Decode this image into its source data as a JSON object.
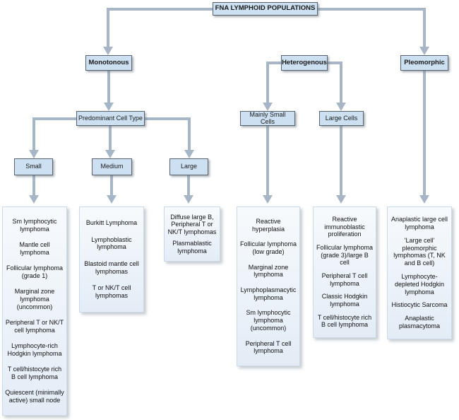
{
  "root_label": "FNA LYMPHOID POPULATIONS",
  "nodes": {
    "monotonous": "Monotonous",
    "heterogenous": "Heterogenous",
    "pleomorphic": "Pleomorphic",
    "predominant_cell_type": "Predominant Cell Type",
    "mainly_small_cells": "Mainly Small Cells",
    "large_cells": "Large Cells",
    "small": "Small",
    "medium": "Medium",
    "large": "Large"
  },
  "lists": {
    "small_cell": [
      "Sm lymphocytic lymphoma",
      "Mantle cell lymphoma",
      "Follicular lymphoma (grade 1)",
      "Marginal zone lymphoma (uncommon)",
      "Peripheral T or NK/T cell lymphoma",
      "Lymphocyte-rich Hodgkin lymphoma",
      "T cell/histocyte rich B cell lymphoma",
      "Quiescent (minimally active) small node"
    ],
    "medium_cell": [
      "Burkitt Lymphoma",
      "Lymphoblastic lymphoma",
      "Blastoid mantle cell lymphomas",
      "T or NK/T cell lymphomas"
    ],
    "large_cell": [
      "Diffuse large B, Peripheral T or NK/T lymphomas",
      "Plasmablastic lymphoma"
    ],
    "mainly_small": [
      "Reactive hyperplasia",
      "Follicular lymphoma (low grade)",
      "Marginal zone lymphoma",
      "Lymphoplasmacytic lymphoma",
      "Sm lymphocytic lymphoma (uncommon)",
      "Peripheral T cell lymphoma"
    ],
    "heterogenous_large": [
      "Reactive immunoblastic proliferation",
      "Follicular lymphoma (grade 3)/large B cell",
      "Peripheral T cell lymphoma",
      "Classic Hodgkin lymphoma",
      "T cell/histocyte rich B cell lymphoma"
    ],
    "pleomorphic_list": [
      "Anaplastic large cell lymphoma",
      "'Large cell' pleomorphic lymphomas (T, NK and B cell)",
      "Lymphocyte-depleted Hodgkin lymphoma",
      "Histiocytic Sarcoma",
      "Anaplastic plasmacytoma"
    ]
  },
  "colors": {
    "node_fill": "#cce0f2",
    "node_border": "#59636d",
    "connector_line": "#a6b6c6",
    "list_fill_top": "#f7fafd",
    "list_fill_bottom": "#e3ecf6"
  }
}
